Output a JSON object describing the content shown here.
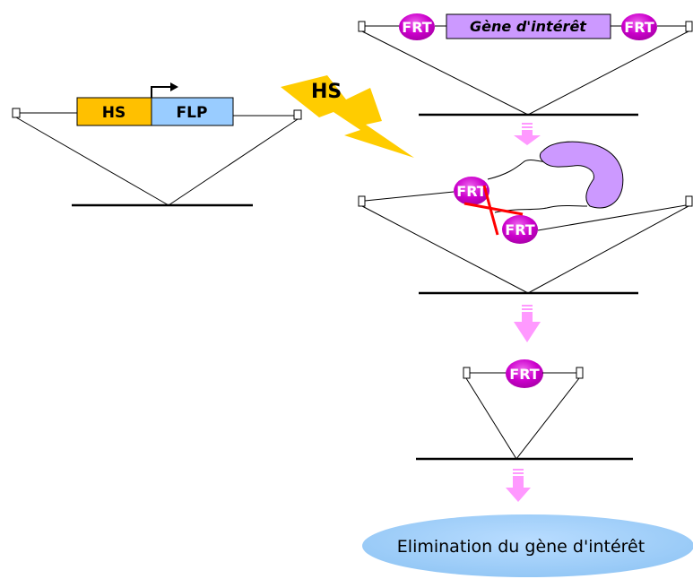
{
  "left_construct": {
    "hs_label": "HS",
    "flp_label": "FLP"
  },
  "heat_shock": {
    "label": "HS"
  },
  "top_construct": {
    "frt_left": "FRT",
    "gene_label": "Gène d'intérêt",
    "frt_right": "FRT"
  },
  "recombination": {
    "frt_top": "FRT",
    "frt_bottom": "FRT"
  },
  "excised": {
    "frt_label": "FRT"
  },
  "result": {
    "label": "Elimination du gène d'intérêt"
  },
  "colors": {
    "hs_box": "#ffc000",
    "flp_box": "#99ccff",
    "frt_fill": "#cc00cc",
    "gene_box": "#cc99ff",
    "loop_fill": "#cc99ff",
    "arrow_pink": "#ff99ff",
    "lightning": "#ffcc00",
    "cross": "#ff0000",
    "result_ellipse": "#99ccff"
  },
  "icons": {
    "promoter": "promoter-arrow-icon",
    "lightning": "lightning-bolt-icon",
    "down_arrow": "down-arrow-icon",
    "cross": "cross-icon"
  }
}
